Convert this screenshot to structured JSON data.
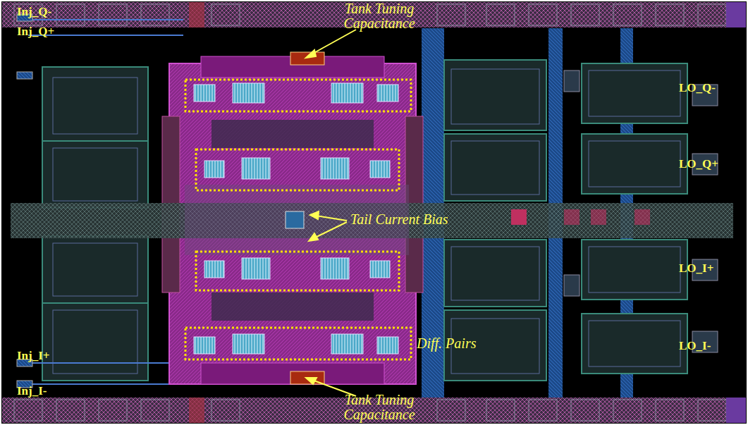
{
  "diagram": {
    "labels": [
      "Inj_Q-",
      "Inj_Q+",
      "Tank Tuning Capacitance",
      "LO_Q-",
      "LO_Q+",
      "Tail Current Bias",
      "LO_I+",
      "Inj_I+",
      "Diff. Pairs",
      "LO_I-",
      "Inj_I-",
      "Tank Tuning Capacitance"
    ]
  }
}
